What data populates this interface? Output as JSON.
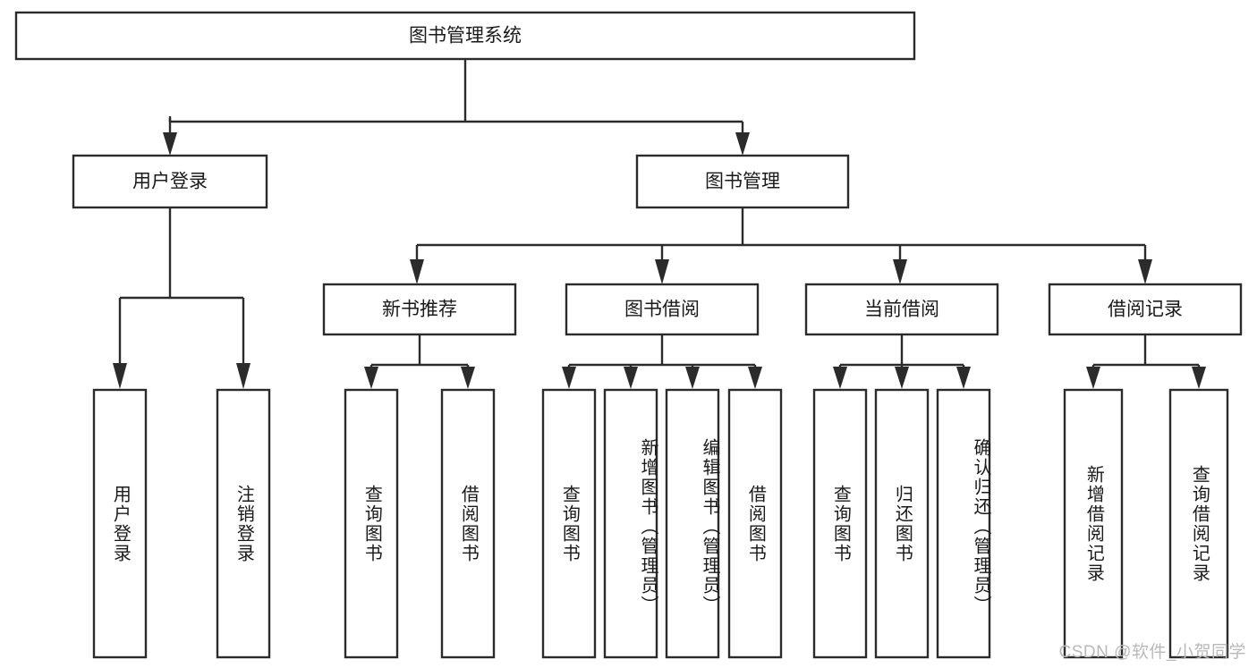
{
  "diagram": {
    "type": "tree-hierarchy",
    "title": "图书管理系统",
    "orientation": "top-down",
    "stroke_color": "#2b2b2b",
    "fill_color": "#ffffff",
    "text_color": "#1a1a1a"
  },
  "root": {
    "label": "图书管理系统"
  },
  "level2": [
    {
      "label": "用户登录"
    },
    {
      "label": "图书管理"
    }
  ],
  "level3": [
    {
      "label": "新书推荐"
    },
    {
      "label": "图书借阅"
    },
    {
      "label": "当前借阅"
    },
    {
      "label": "借阅记录"
    }
  ],
  "leaves": {
    "user_login": [
      {
        "label": "用户登录"
      },
      {
        "label": "注销登录"
      }
    ],
    "new_book_recommend": [
      {
        "label": "查询图书"
      },
      {
        "label": "借阅图书"
      }
    ],
    "book_borrow": [
      {
        "label": "查询图书"
      },
      {
        "label": "新增图书（管理员）"
      },
      {
        "label": "编辑图书（管理员）"
      },
      {
        "label": "借阅图书"
      }
    ],
    "current_borrow": [
      {
        "label": "查询图书"
      },
      {
        "label": "归还图书"
      },
      {
        "label": "确认归还（管理员）"
      }
    ],
    "borrow_record": [
      {
        "label": "新增借阅记录"
      },
      {
        "label": "查询借阅记录"
      }
    ]
  },
  "watermark": {
    "text": "CSDN @软件_小贺同学"
  }
}
